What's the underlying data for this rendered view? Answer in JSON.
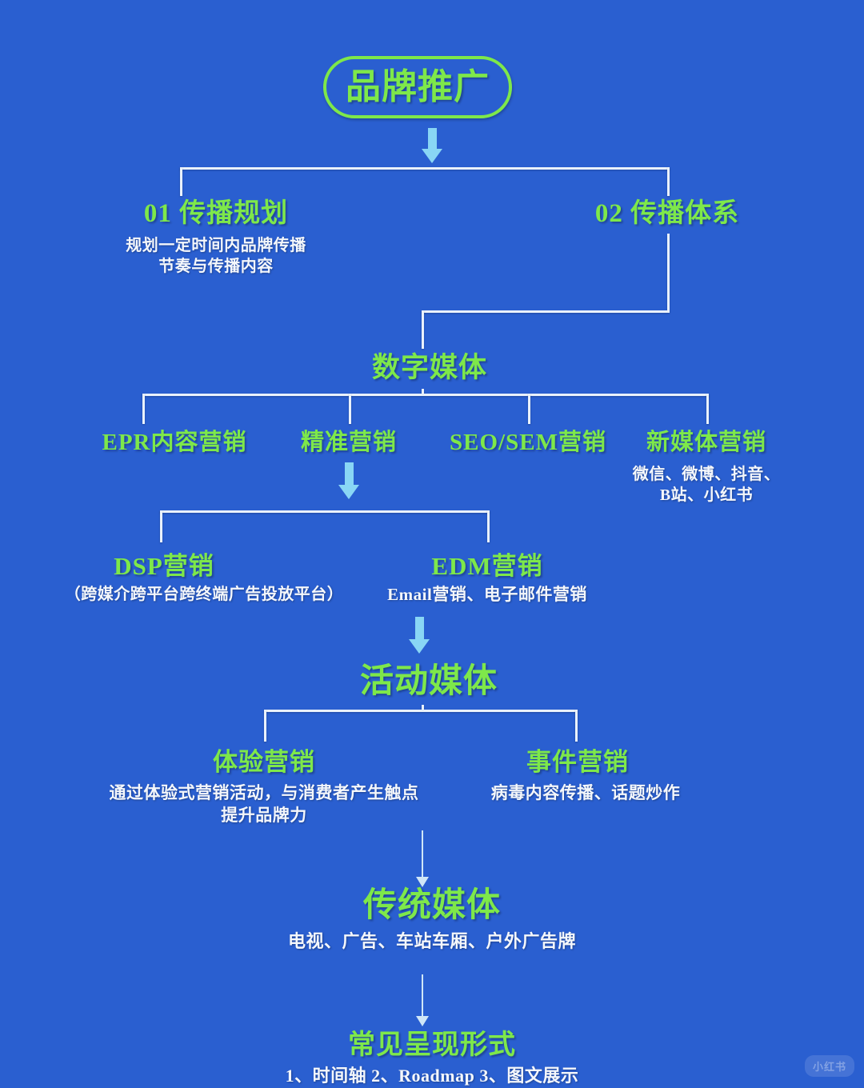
{
  "page": {
    "background_color": "#2a5fd0",
    "accent_green": "#7ee84a",
    "text_white": "#f4f7fb",
    "connector_color": "#e9f1fb",
    "arrow_color": "#89d6f5",
    "watermark": "小红书"
  },
  "root": {
    "label": "品牌推广"
  },
  "branches": [
    {
      "id": "communication-planning",
      "label": "01 传播规划",
      "desc": "规划一定时间内品牌传播\n节奏与传播内容"
    },
    {
      "id": "communication-system",
      "label": "02 传播体系",
      "desc": ""
    }
  ],
  "digital_media": {
    "label": "数字媒体",
    "children": [
      {
        "id": "epr",
        "label": "EPR内容营销",
        "desc": ""
      },
      {
        "id": "precision",
        "label": "精准营销",
        "desc": ""
      },
      {
        "id": "seo-sem",
        "label": "SEO/SEM营销",
        "desc": ""
      },
      {
        "id": "new-media",
        "label": "新媒体营销",
        "desc": "微信、微博、抖音、\nB站、小红书"
      }
    ],
    "precision_children": [
      {
        "id": "dsp",
        "label": "DSP营销",
        "desc": "（跨媒介跨平台跨终端广告投放平台）"
      },
      {
        "id": "edm",
        "label": "EDM营销",
        "desc": "Email营销、电子邮件营销"
      }
    ]
  },
  "event_media": {
    "label": "活动媒体",
    "children": [
      {
        "id": "experience",
        "label": "体验营销",
        "desc": "通过体验式营销活动，与消费者产生触点\n提升品牌力"
      },
      {
        "id": "event",
        "label": "事件营销",
        "desc": "病毒内容传播、话题炒作"
      }
    ]
  },
  "traditional_media": {
    "label": "传统媒体",
    "desc": "电视、广告、车站车厢、户外广告牌"
  },
  "common_forms": {
    "label": "常见呈现形式",
    "desc": "1、时间轴  2、Roadmap  3、图文展示"
  }
}
